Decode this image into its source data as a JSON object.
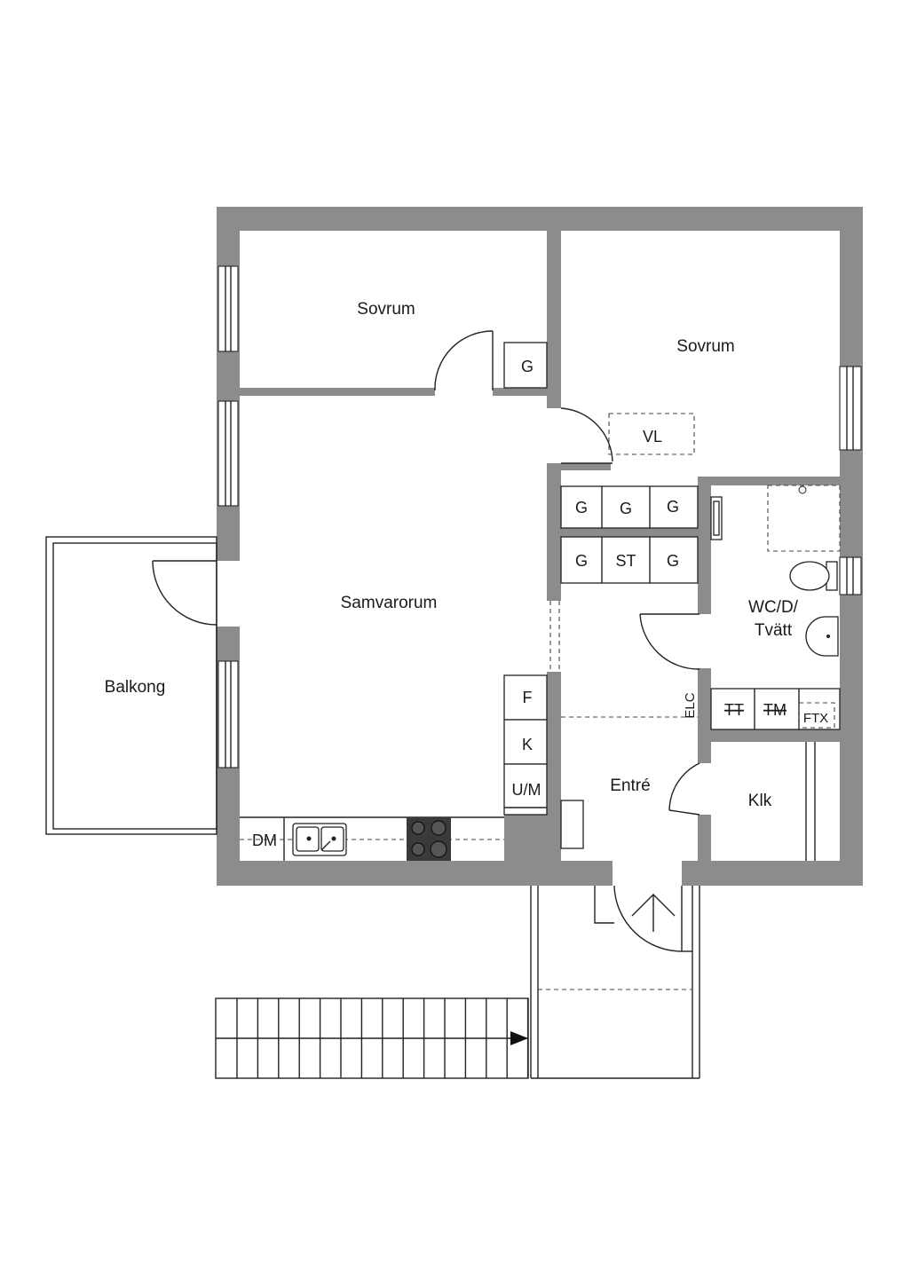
{
  "rooms": {
    "sovrum_left": "Sovrum",
    "sovrum_right": "Sovrum",
    "samvarorum": "Samvarorum",
    "balkong": "Balkong",
    "wc_line1": "WC/D/",
    "wc_line2": "Tvätt",
    "entre": "Entré",
    "klk": "Klk"
  },
  "fixtures": {
    "g_bedroom": "G",
    "vl": "VL",
    "wardrobe_row1": [
      "G",
      "G",
      "G"
    ],
    "wardrobe_row2": [
      "G",
      "ST",
      "G"
    ],
    "fridge": "F",
    "freezer": "K",
    "oven": "U/M",
    "dishwasher": "DM",
    "elc": "ELC",
    "tt": "TT",
    "tm": "TM",
    "ftx": "FTX"
  },
  "colors": {
    "wall": "#8c8c8c",
    "line": "#222222",
    "background": "#ffffff"
  }
}
